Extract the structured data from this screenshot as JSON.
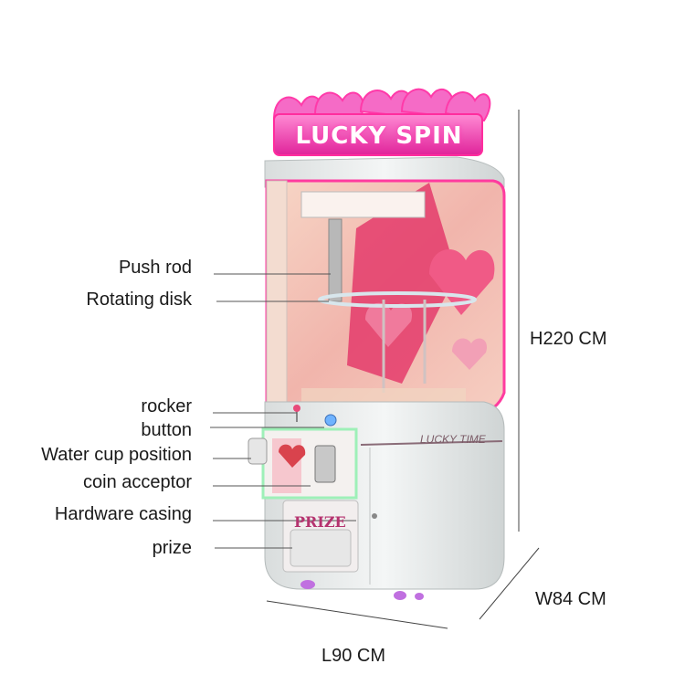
{
  "machine": {
    "sign_text": "LUCKY SPIN",
    "band_text": "LUCKY TIME",
    "prize_door_text": "PRIZE",
    "accent_color": "#ff4fb8",
    "body_color": "#ecefef"
  },
  "callouts": [
    {
      "label": "Push rod"
    },
    {
      "label": "Rotating disk"
    },
    {
      "label": "rocker"
    },
    {
      "label": "button"
    },
    {
      "label": "Water cup position"
    },
    {
      "label": "coin acceptor"
    },
    {
      "label": "Hardware casing"
    },
    {
      "label": "prize"
    }
  ],
  "dimensions": {
    "height": "H220 CM",
    "width": "W84 CM",
    "length": "L90 CM"
  }
}
